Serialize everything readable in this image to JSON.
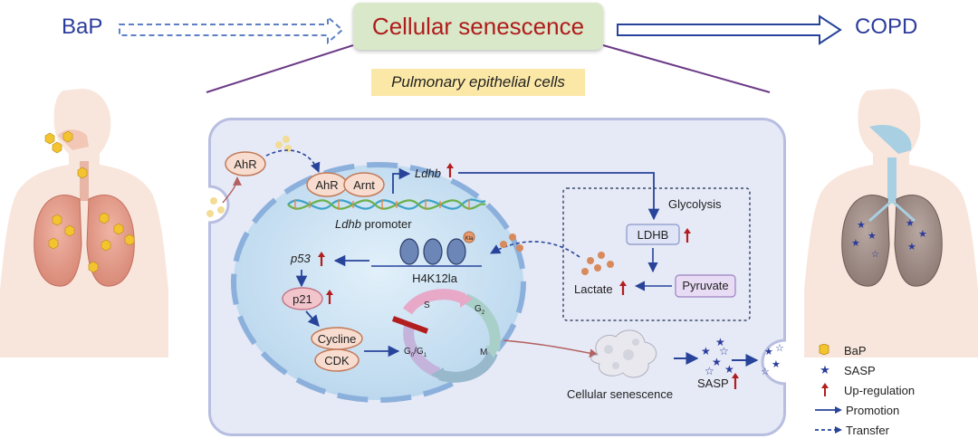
{
  "header": {
    "left_label": "BaP",
    "center_title": "Cellular senescence",
    "right_label": "COPD",
    "subtitle": "Pulmonary epithelial cells"
  },
  "diagram": {
    "ahr": "AhR",
    "ahr_nuclear": "AhR",
    "arnt": "Arnt",
    "ldhb_gene": "Ldhb",
    "ldhb_promoter_italic": "Ldhb",
    "ldhb_promoter_rest": " promoter",
    "p53": "p53",
    "p21": "p21",
    "cycline": "Cycline",
    "cdk": "CDK",
    "h4k12la": "H4K12la",
    "kla": "Kla",
    "glycolysis": "Glycolysis",
    "ldhb_enzyme": "LDHB",
    "lactate": "Lactate",
    "pyruvate": "Pyruvate",
    "phase_s": "S",
    "phase_g": "G",
    "phase_g_sub": "2",
    "phase_m": "M",
    "phase_g0": "G",
    "phase_g0_sub": "0",
    "phase_g0_rest": "/G",
    "phase_g1_sub": "1",
    "cellular_senescence": "Cellular senescence",
    "sasp": "SASP"
  },
  "legend": {
    "items": [
      {
        "label": "BaP",
        "icon": "hexagon-icon"
      },
      {
        "label": "SASP",
        "icon": "star-icon"
      },
      {
        "label": "Up-regulation",
        "icon": "up-arrow-icon"
      },
      {
        "label": "Promotion",
        "icon": "solid-arrow-icon"
      },
      {
        "label": "Transfer",
        "icon": "dashed-arrow-icon"
      }
    ]
  },
  "colors": {
    "title_text": "#b01c1c",
    "side_label": "#2c3c9c",
    "arrow_blue": "#27449a",
    "upregulation_red": "#b21e1e",
    "bap_yellow": "#f4c430",
    "cell_bg": "#e6e9f6",
    "nucleus_bg": "#cfe4f4"
  }
}
